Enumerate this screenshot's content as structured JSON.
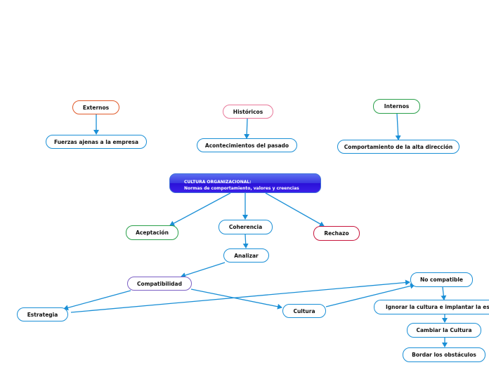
{
  "central": {
    "title": "CULTURA ORGANIZACIONAL:",
    "subtitle": "Normas de comportamiento, valores y creencias"
  },
  "nodes": {
    "externos": "Externos",
    "fuerzas": "Fuerzas ajenas a la empresa",
    "historicos": "Históricos",
    "acontecimientos": "Acontecimientos del pasado",
    "internos": "Internos",
    "comportamiento": "Comportamiento de la alta dirección",
    "aceptacion": "Aceptación",
    "coherencia": "Coherencia",
    "rechazo": "Rechazo",
    "analizar": "Analizar",
    "compatibilidad": "Compatibilidad",
    "estrategia": "Estrategia",
    "cultura": "Cultura",
    "no_compatible": "No compatible",
    "ignorar": "Ignorar la cultura e implantar la estrategia",
    "cambiar": "Cambiar la Cultura",
    "bordar": "Bordar los obstáculos"
  },
  "colors": {
    "edge": "#1a8fd6",
    "default_border": "#1a8fd6",
    "externos_border": "#e05a2a",
    "historicos_border": "#e8799a",
    "internos_border": "#2aa04a",
    "compatibilidad_border": "#7b5fc4",
    "rechazo_border": "#c8153c",
    "central_fill": "#3a35e0"
  }
}
